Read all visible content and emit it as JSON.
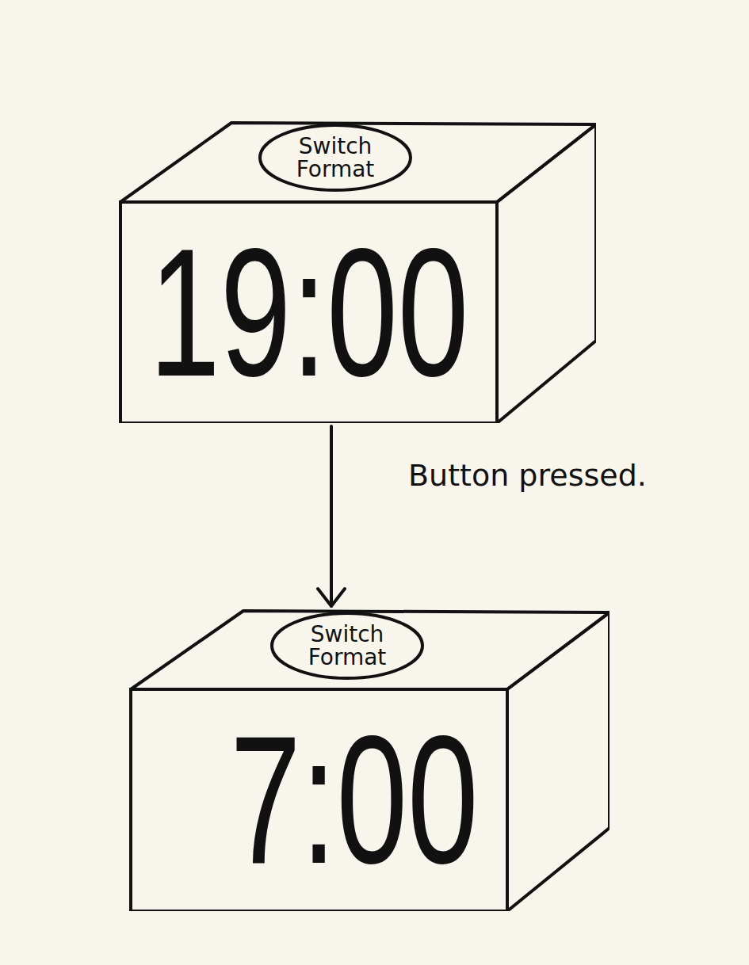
{
  "diagram": {
    "nodes": [
      {
        "text": [
          "19:00"
        ]
      },
      {
        "text": [
          "Switch Format"
        ],
        "in": 0
      },
      {
        "text": [
          "7:00"
        ]
      },
      {
        "text": [
          "Switch Format"
        ],
        "in": 2
      }
    ],
    "edges": [
      {
        "from": 0,
        "to": 2,
        "arrow": "to",
        "label": "Button pressed."
      }
    ]
  }
}
